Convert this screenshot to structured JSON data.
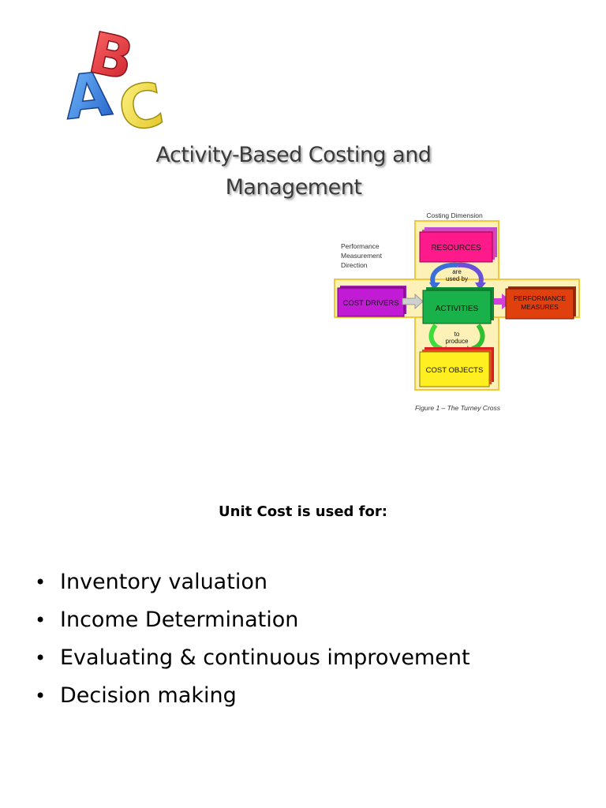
{
  "logo": {
    "letters": [
      "A",
      "B",
      "C"
    ],
    "colors": {
      "a": "#2f7fe0",
      "b": "#e8303a",
      "c": "#f2e03a"
    }
  },
  "title": {
    "line1": "Activity-Based Costing and",
    "line2": "Management"
  },
  "diagram": {
    "costing_dimension": "Costing Dimension",
    "performance_label": [
      "Performance",
      "Measurement",
      "Direction"
    ],
    "boxes": {
      "resources": "RESOURCES",
      "activities": "ACTIVITIES",
      "cost_objects": "COST OBJECTS",
      "cost_drivers": "COST DRIVERS",
      "performance_measures": [
        "PERFORMANCE",
        "MEASURES"
      ]
    },
    "connectors": {
      "are_used_by": [
        "are",
        "used by"
      ],
      "to_produce": [
        "to",
        "produce"
      ]
    },
    "caption": "Figure 1 – The Turney Cross",
    "colors": {
      "frame": "#f7d45a",
      "frame_fill": "#fdf1b8",
      "resources": "#ff1a8c",
      "activities": "#19b24a",
      "cost_objects": "#ffee20",
      "cost_drivers": "#c21bd6",
      "performance": "#e0400e",
      "arrow_blue": "#3b6fd8",
      "arrow_green": "#3cdc3c"
    }
  },
  "subheading": "Unit Cost is used for:",
  "bullets": [
    "Inventory valuation",
    "Income Determination",
    "Evaluating & continuous improvement",
    "Decision making"
  ]
}
